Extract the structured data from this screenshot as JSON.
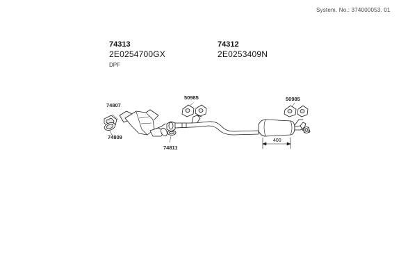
{
  "system_number": "System. No.: 374000053. 01",
  "parts": [
    {
      "part_number": "74313",
      "oem_number": "2E0254700GX",
      "note": "DPF"
    },
    {
      "part_number": "74312",
      "oem_number": "2E0253409N"
    }
  ],
  "callouts": {
    "c74807": "74807",
    "c74809": "74809",
    "c74811": "74811",
    "c50985_left": "50985",
    "c50985_right": "50985"
  },
  "dimension": "400",
  "colors": {
    "line": "#1a1a1a",
    "fill": "#ffffff",
    "shade": "#d8d8d8"
  }
}
